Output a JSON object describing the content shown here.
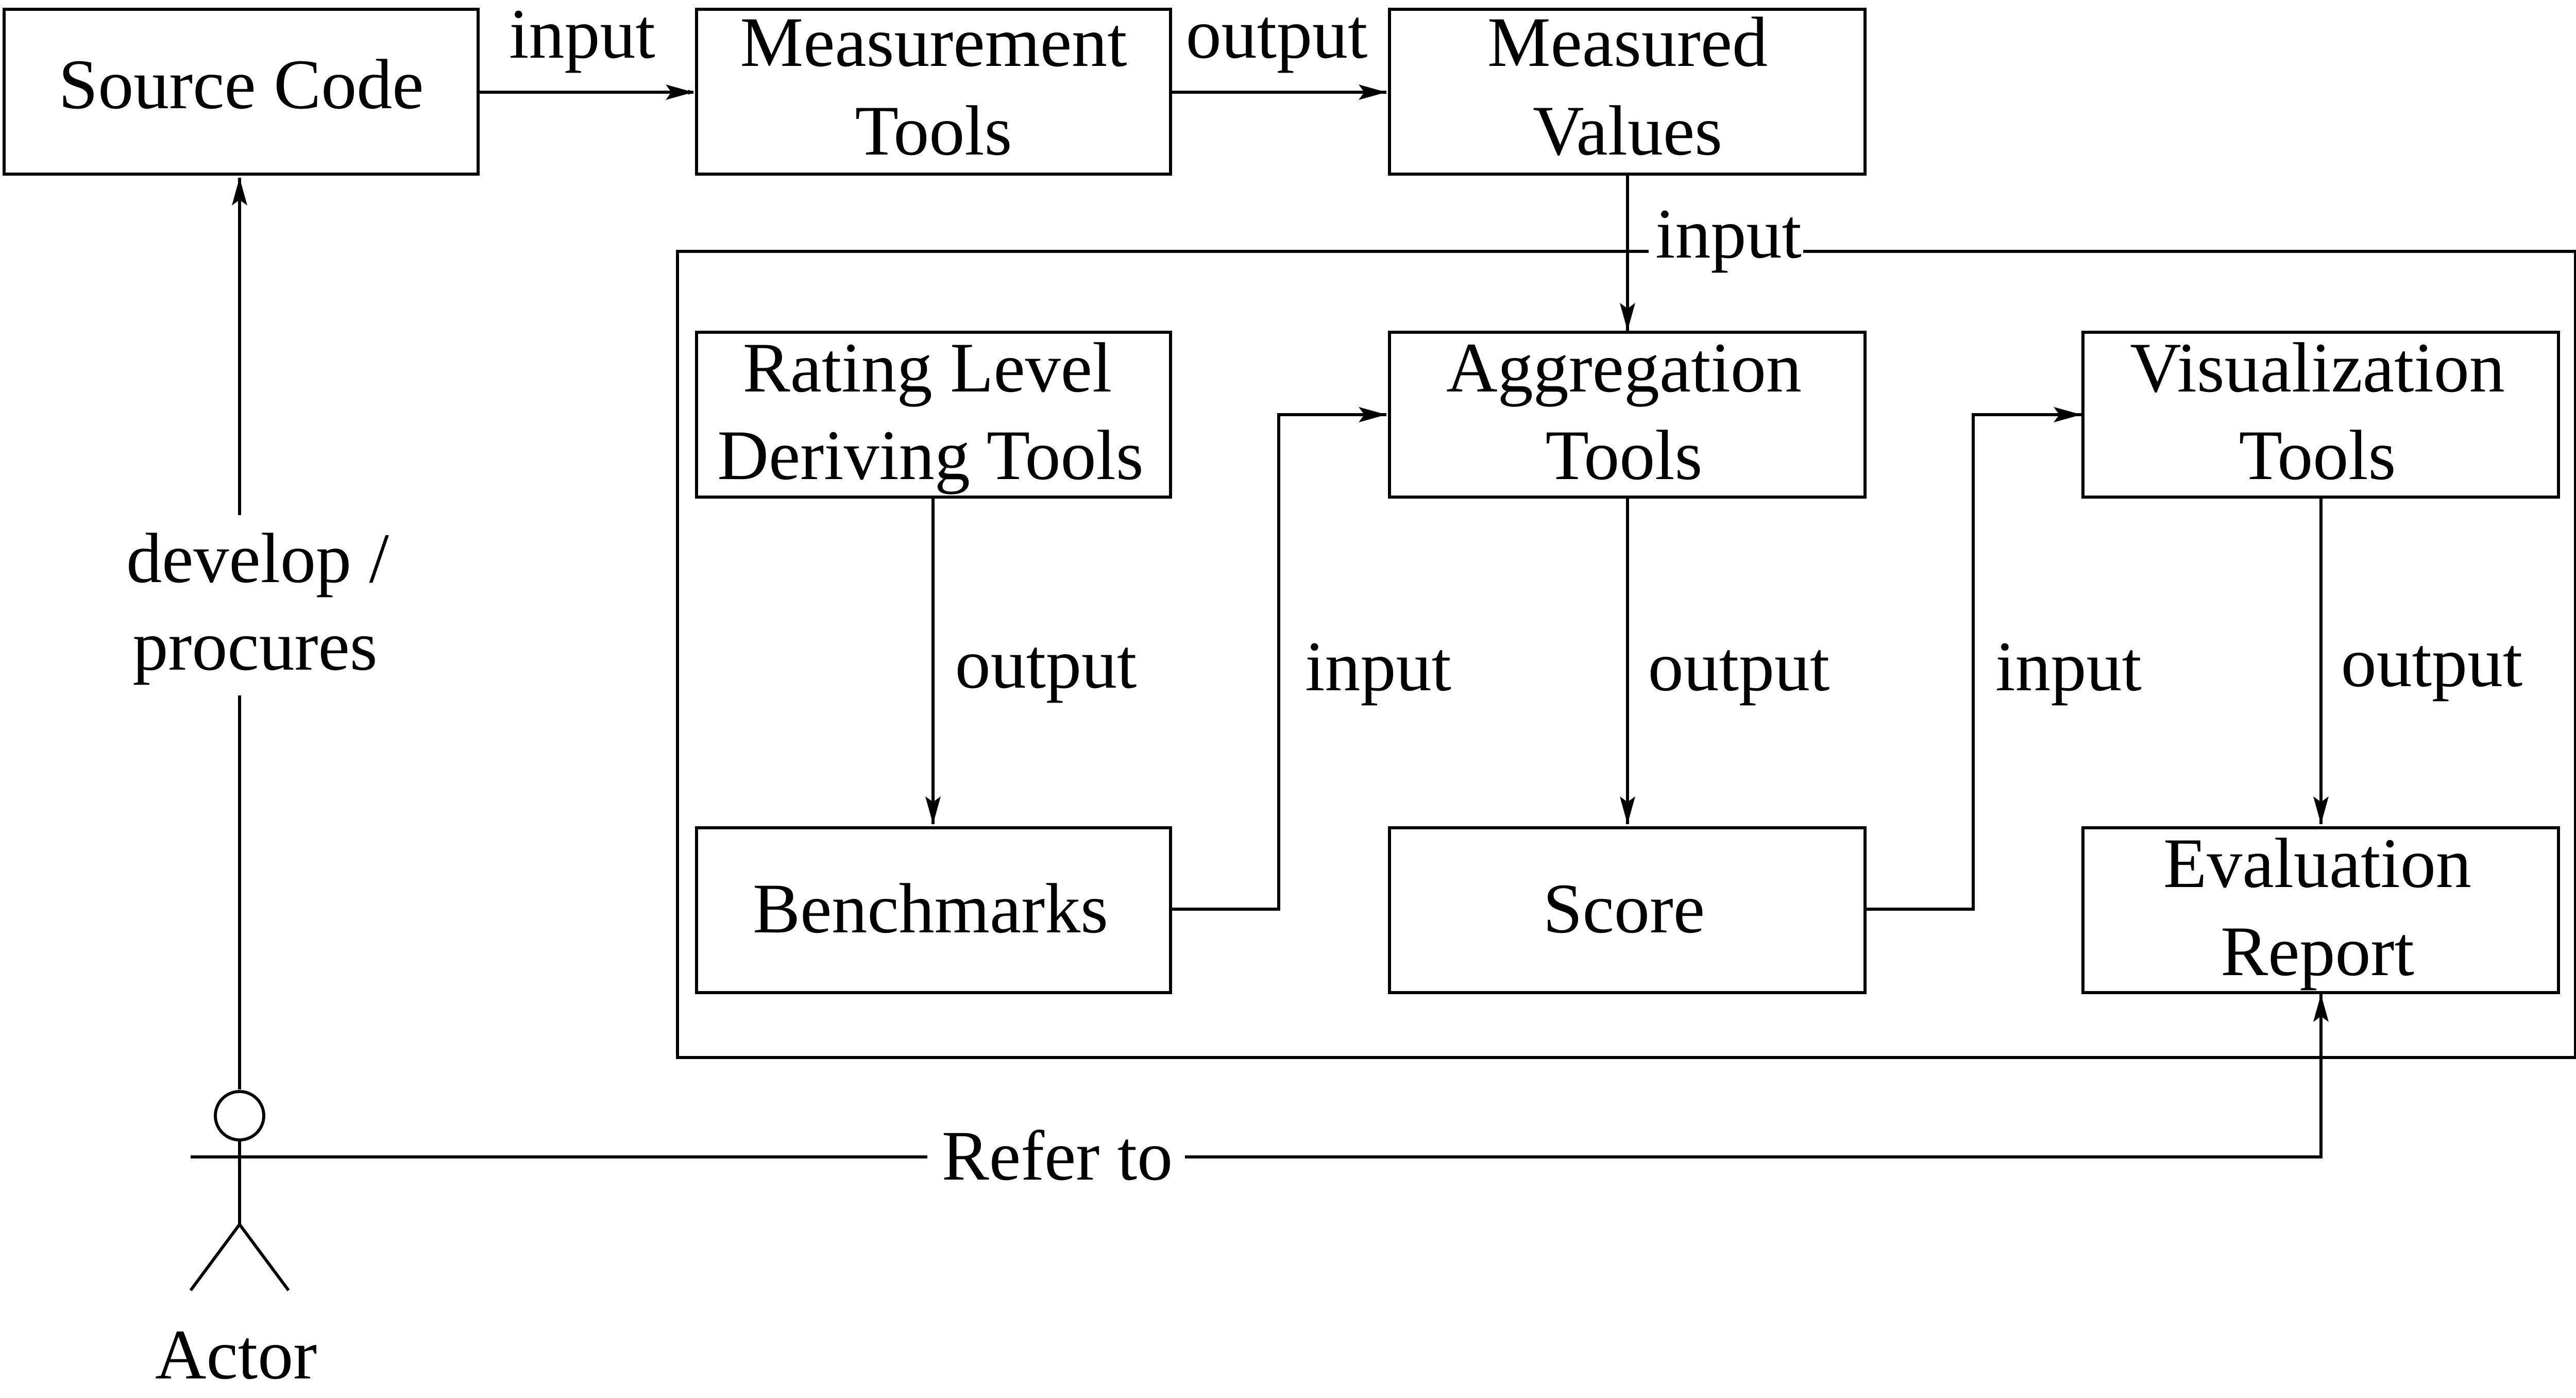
{
  "nodes": {
    "source_code": {
      "lines": [
        "Source Code"
      ]
    },
    "measurement_tools": {
      "lines": [
        "Measurement",
        "Tools"
      ]
    },
    "measured_values": {
      "lines": [
        "Measured",
        "Values"
      ]
    },
    "rating_level_deriving_tools": {
      "lines": [
        "Rating Level",
        "Deriving Tools"
      ]
    },
    "aggregation_tools": {
      "lines": [
        "Aggregation",
        "Tools"
      ]
    },
    "visualization_tools": {
      "lines": [
        "Visualization",
        "Tools"
      ]
    },
    "benchmarks": {
      "lines": [
        "Benchmarks"
      ]
    },
    "score": {
      "lines": [
        "Score"
      ]
    },
    "evaluation_report": {
      "lines": [
        "Evaluation",
        "Report"
      ]
    }
  },
  "edges": {
    "source_to_measurement": {
      "label": "input"
    },
    "measurement_to_values": {
      "label": "output"
    },
    "values_to_aggregation": {
      "label": "input"
    },
    "rating_to_benchmarks": {
      "label": "output"
    },
    "benchmarks_to_aggregation": {
      "label": "input"
    },
    "aggregation_to_score": {
      "label": "output"
    },
    "score_to_visualization": {
      "label": "input"
    },
    "visualization_to_report": {
      "label": "output"
    },
    "actor_to_source": {
      "lines": [
        "develop /",
        "procures"
      ]
    },
    "actor_to_report": {
      "label": "Refer to"
    }
  },
  "actor": {
    "label": "Actor"
  }
}
